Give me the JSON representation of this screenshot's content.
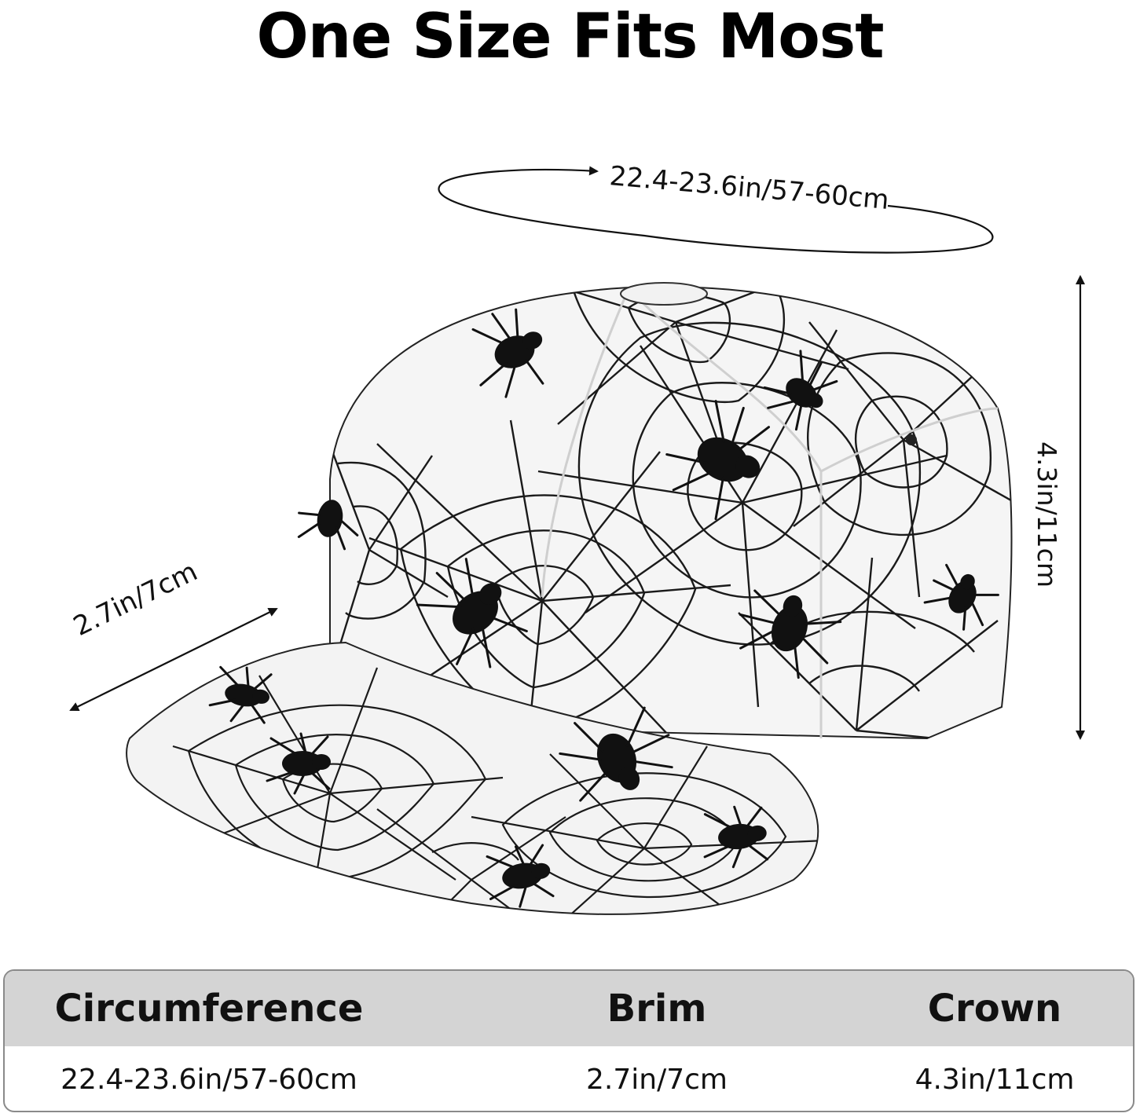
{
  "title": "One Size Fits Most",
  "dimensions": {
    "circumference_label": "22.4-23.6in/57-60cm",
    "brim_label": "2.7in/7cm",
    "crown_label": "4.3in/11cm"
  },
  "size_table": {
    "headers": [
      "Circumference",
      "Brim",
      "Crown"
    ],
    "values": [
      "22.4-23.6in/57-60cm",
      "2.7in/7cm",
      "4.3in/11cm"
    ]
  },
  "colors": {
    "header_bg": "#d4d4d4",
    "border": "#8a8a8a",
    "cap_fabric": "#f4f4f4",
    "web_pattern": "#111111"
  },
  "product_image": "baseball-cap-spider-web-print"
}
